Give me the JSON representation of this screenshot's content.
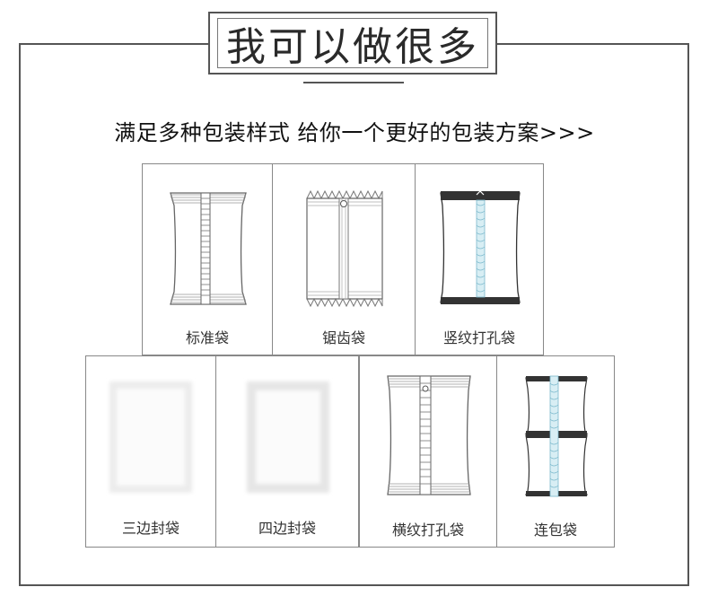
{
  "header": {
    "title": "我可以做很多",
    "subtitle": "满足多种包装样式 给你一个更好的包装方案>>>"
  },
  "row1": [
    {
      "label": "标准袋",
      "icon": "standard-bag-icon"
    },
    {
      "label": "锯齿袋",
      "icon": "sawtooth-bag-icon"
    },
    {
      "label": "竖纹打孔袋",
      "icon": "vertical-punch-bag-icon"
    }
  ],
  "row2": [
    {
      "label": "三边封袋",
      "icon": "three-side-seal-bag-icon"
    },
    {
      "label": "四边封袋",
      "icon": "four-side-seal-bag-icon"
    },
    {
      "label": "横纹打孔袋",
      "icon": "horizontal-punch-bag-icon"
    },
    {
      "label": "连包袋",
      "icon": "linked-bag-icon"
    }
  ],
  "colors": {
    "border": "#555555",
    "accent": "#9fd0e0"
  }
}
